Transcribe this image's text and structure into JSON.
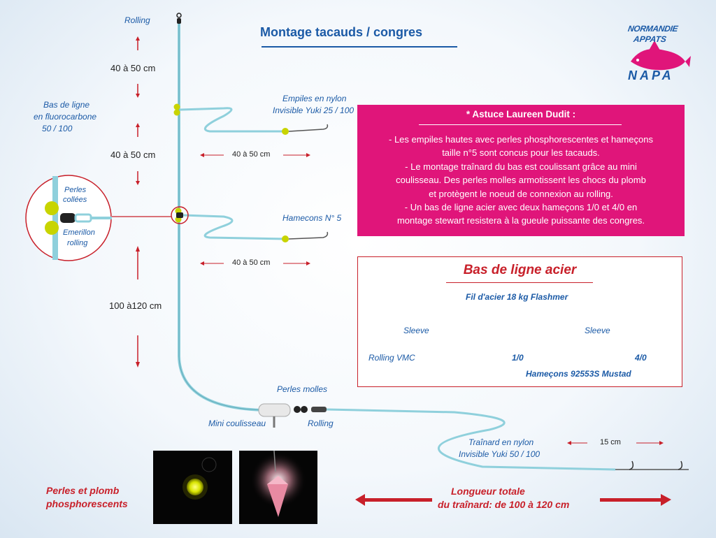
{
  "title": "Montage tacauds / congres",
  "logo": {
    "line1": "NORMANDIE",
    "line2": "APPATS",
    "line3": "NAPA"
  },
  "labels": {
    "rolling_top": "Rolling",
    "dim_1": "40 à 50 cm",
    "dim_2": "40 à 50 cm",
    "dim_3": "100 à120 cm",
    "bas_de_ligne": [
      "Bas de ligne",
      "en fluorocarbone",
      "50 / 100"
    ],
    "empiles": [
      "Empiles en nylon",
      "Invisible Yuki 25 / 100"
    ],
    "snood_len_1": "40 à 50 cm",
    "hamecons": "Hamecons N° 5",
    "snood_len_2": "40 à 50 cm",
    "perles_collees": [
      "Perles",
      "collées"
    ],
    "emerillon": [
      "Emerillon",
      "rolling"
    ],
    "perles_molles": "Perles molles",
    "mini_coulisseau": "Mini coulisseau",
    "rolling_bottom": "Rolling",
    "trainard": [
      "Traînard en nylon",
      "Invisible Yuki 50 / 100"
    ],
    "len_15": "15 cm",
    "perles_plomb": [
      "Perles et plomb",
      "phosphorescents"
    ],
    "longueur_totale": [
      "Longueur totale",
      "du traînard: de 100 à 120 cm"
    ]
  },
  "tip": {
    "heading": "* Astuce Laureen Dudit :",
    "lines": [
      "- Les empiles hautes avec perles phosphorescentes et hameçons",
      "taille n°5 sont concus pour les tacauds.",
      "- Le montage traînard du bas est coulissant grâce au mini",
      "coulisseau. Des perles molles armotissent les chocs du plomb",
      "et protègent le noeud de connexion au rolling.",
      "- Un bas de ligne acier avec deux hameçons 1/0 et 4/0 en",
      "montage stewart resistera à la gueule puissante des congres."
    ]
  },
  "acier": {
    "heading": "Bas de ligne acier",
    "fil": "Fil d'acier 18 kg Flashmer",
    "sleeve_1": "Sleeve",
    "sleeve_2": "Sleeve",
    "rolling_vmc": "Rolling VMC",
    "hook_1": "1/0",
    "hook_2": "4/0",
    "hamecons": "Hameçons 92553S Mustad"
  },
  "colors": {
    "line": "#8fd0dc",
    "blue": "#1b5aa6",
    "red": "#c8202a",
    "pink": "#e0157a",
    "bead": "#c8d400"
  }
}
